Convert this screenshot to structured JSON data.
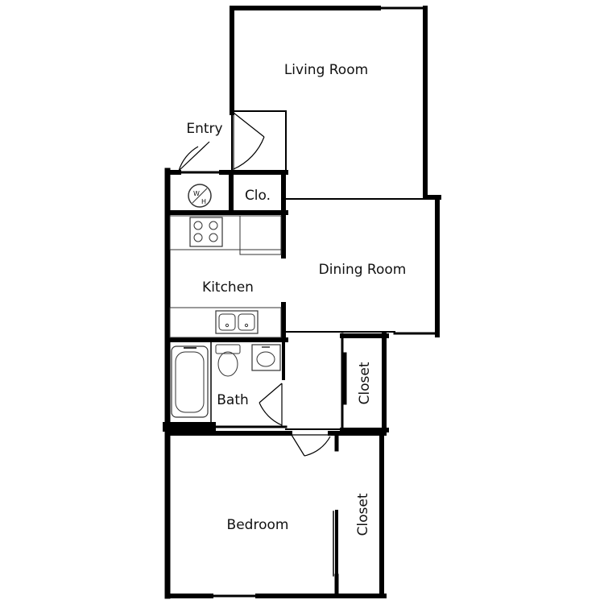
{
  "rooms": {
    "living_room": "Living Room",
    "entry": "Entry",
    "closet_small": "Clo.",
    "water_heater": "W/H",
    "water_heater_top": "W",
    "water_heater_bottom": "H",
    "dining_room": "Dining Room",
    "kitchen": "Kitchen",
    "bath": "Bath",
    "closet_hall": "Closet",
    "bedroom": "Bedroom",
    "closet_bedroom": "Closet"
  },
  "colors": {
    "wall": "#000000",
    "fixture": "#333333",
    "fixture_fill": "#dddddd",
    "background": "#ffffff"
  }
}
